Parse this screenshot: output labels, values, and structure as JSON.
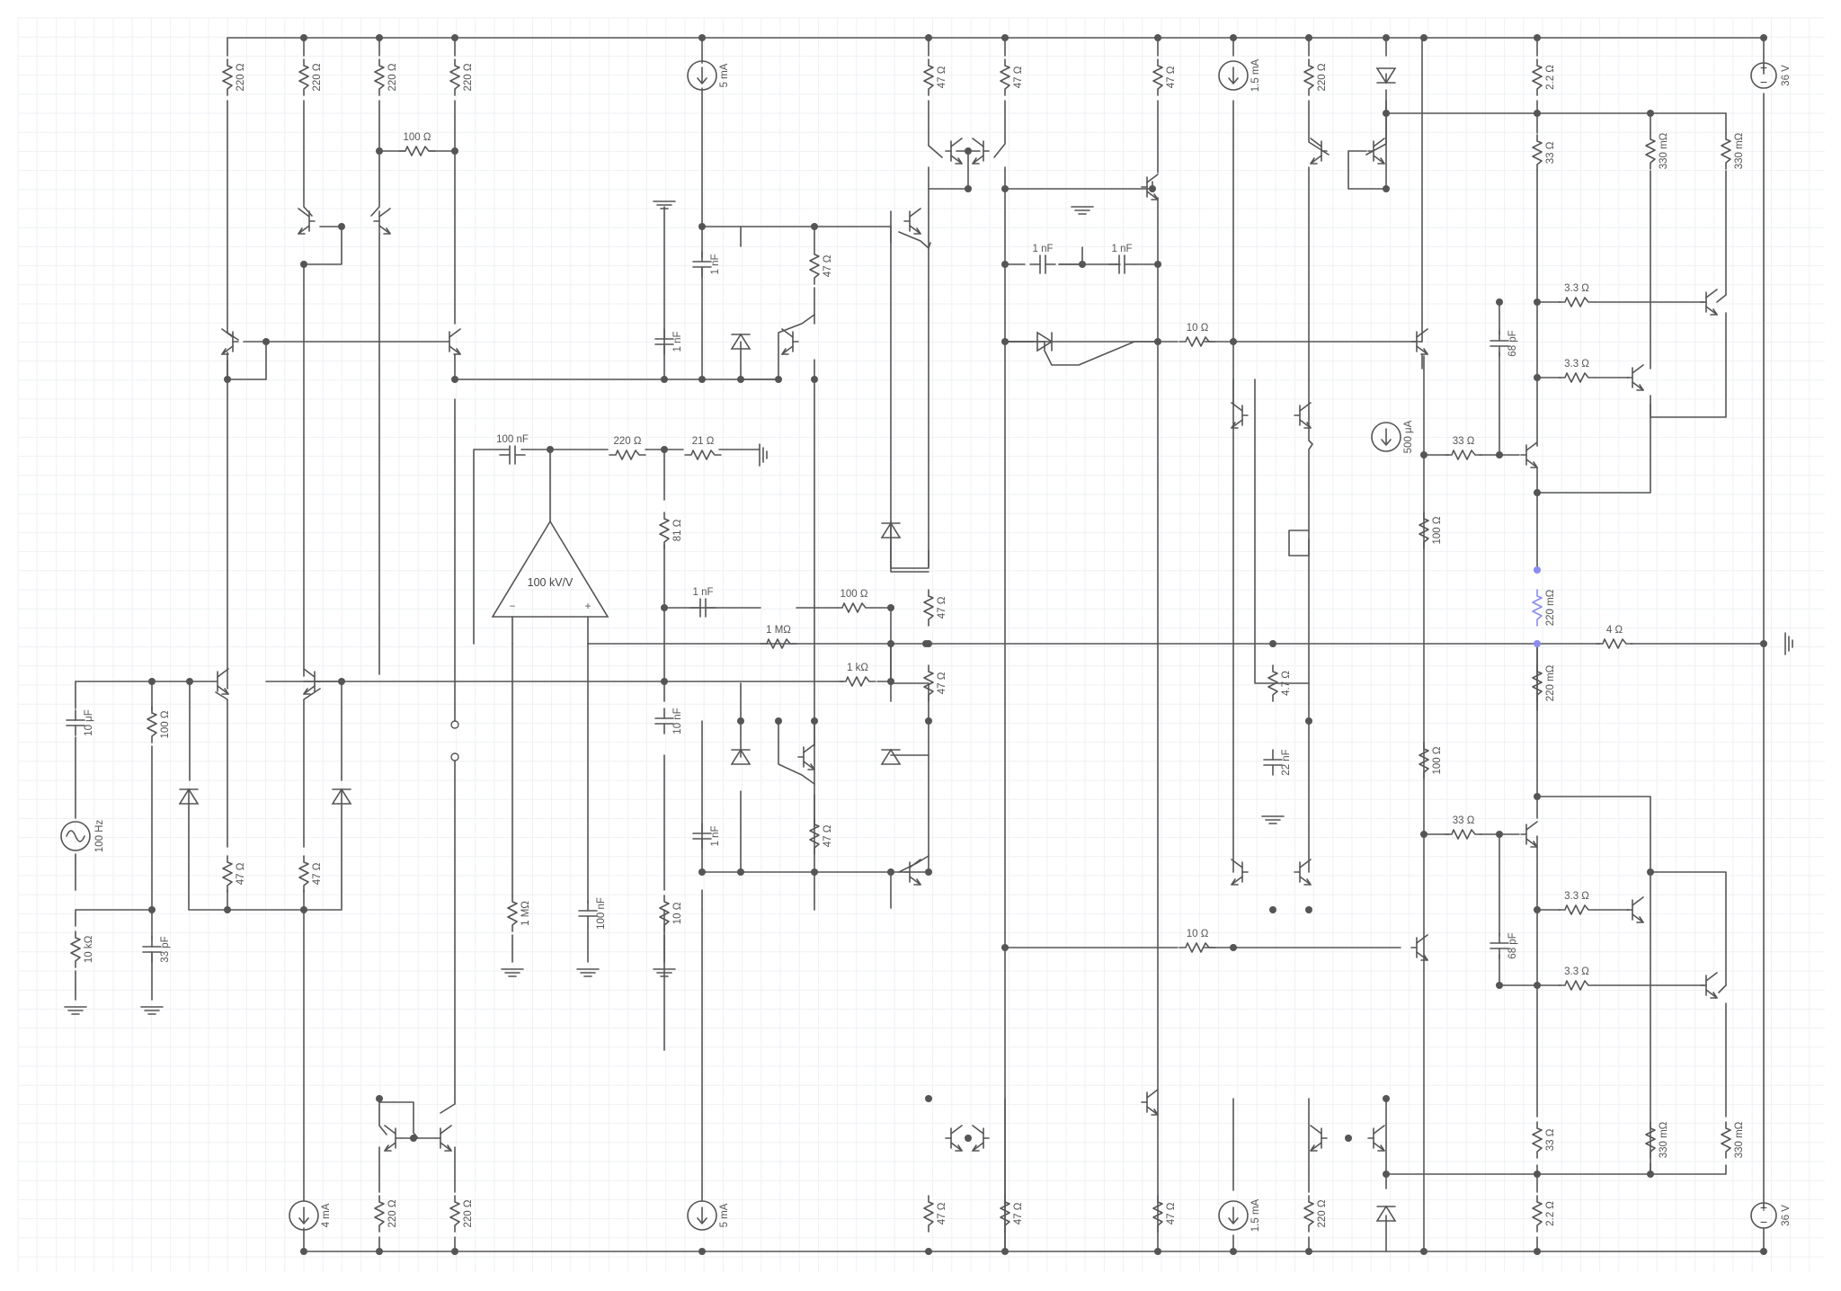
{
  "app": {
    "view": "circuit-schematic-editor",
    "grid": true
  },
  "colors": {
    "wire": "#555555",
    "grid_minor": "#eef1f4",
    "grid_major": "#e3e7ec",
    "selected": "#8a8cf0",
    "background": "#ffffff"
  },
  "supplies": {
    "positive": {
      "label": "36 V",
      "sign": "+"
    },
    "negative": {
      "label": "36 V",
      "sign": "−"
    }
  },
  "source": {
    "label": "100 Hz"
  },
  "opamp": {
    "label": "100 kV/V",
    "minus": "−",
    "plus": "+"
  },
  "components": {
    "r_top_1": "220 Ω",
    "r_top_2": "220 Ω",
    "r_top_3": "220 Ω",
    "r_top_4": "220 Ω",
    "r_100_top": "100 Ω",
    "i_5ma_top": "5 mA",
    "r_47_t1": "47 Ω",
    "r_47_t2": "47 Ω",
    "r_47_t3": "47 Ω",
    "i_15ma_top": "1.5 mA",
    "r_220_t5": "220 Ω",
    "r_22_top": "2.2 Ω",
    "r_33_top": "33 Ω",
    "r_330m_t1": "330 mΩ",
    "r_330m_t2": "330 mΩ",
    "c_1nf_a": "1 nF",
    "c_1nf_b": "1 nF",
    "r_47_mid": "47 Ω",
    "c_1nf_c": "1 nF",
    "c_1nf_d": "1 nF",
    "r_10_top": "10 Ω",
    "r_33_a": "3.3 Ω",
    "r_33_b": "3.3 Ω",
    "c_68_top": "68 pF",
    "i_500ua": "500 μA",
    "r_33_base_top": "33 Ω",
    "c_100nf_fb": "100 nF",
    "r_220_fb": "220 Ω",
    "r_21": "21 Ω",
    "r_81": "81 Ω",
    "c_1nf_e": "1 nF",
    "r_100_mid": "100 Ω",
    "r_47_d1": "47 Ω",
    "r_1m_mid": "1 MΩ",
    "r_220m_sel": "220 mΩ",
    "r_4": "4 Ω",
    "r_100_vert1": "100 Ω",
    "r_1k": "1 kΩ",
    "r_47_d2": "47 Ω",
    "r_47_cap": "4.7 Ω",
    "r_220m_b": "220 mΩ",
    "c_10uf": "10 μF",
    "r_100_in": "100 Ω",
    "c_10nf": "10 nF",
    "c_22nf": "22 nF",
    "r_100_vert2": "100 Ω",
    "c_1nf_f": "1 nF",
    "r_47_low": "47 Ω",
    "r_33_base_bot": "33 Ω",
    "r_47_l1": "47 Ω",
    "r_47_l2": "47 Ω",
    "r_1m_gnd": "1 MΩ",
    "c_100nf_gnd": "100 nF",
    "r_10_gnd": "10 Ω",
    "r_33_c": "3.3 Ω",
    "r_10k": "10 kΩ",
    "c_33pf": "33 pF",
    "r_10_bot": "10 Ω",
    "c_68_bot": "68 pF",
    "r_33_d": "3.3 Ω",
    "r_33_bot": "33 Ω",
    "r_330m_b1": "330 mΩ",
    "r_330m_b2": "330 mΩ",
    "i_4ma": "4 mA",
    "r_220_b1": "220 Ω",
    "r_220_b2": "220 Ω",
    "i_5ma_bot": "5 mA",
    "r_47_b1": "47 Ω",
    "r_47_b2": "47 Ω",
    "r_47_b3": "47 Ω",
    "i_15ma_bot": "1.5 mA",
    "r_220_b3": "220 Ω",
    "r_22_bot": "2.2 Ω"
  }
}
